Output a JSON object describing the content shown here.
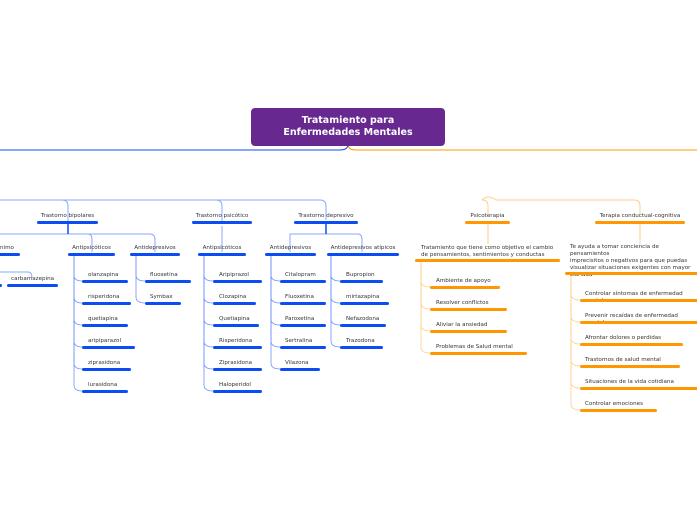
{
  "root": {
    "title": "Tratamiento para\nEnfermedades Mentales"
  },
  "colors": {
    "root": "#67298f",
    "left_branch": "#0b4cf5",
    "right_branch": "#ff9800"
  },
  "left": {
    "bipolar": {
      "label": "Trastorno bipolares",
      "estabilizadores": {
        "label": "nimo",
        "items": [
          "carbamazepina"
        ]
      },
      "antipsicoticos": {
        "label": "Antipsicóticos",
        "items": [
          "olanzapina",
          "risperidona",
          "quetiapina",
          "aripiparazol",
          "ziprasidona",
          "lurasidona"
        ]
      },
      "antidepresivos": {
        "label": "Antidepresivos",
        "items": [
          "fluoxetina",
          "Symbax"
        ]
      }
    },
    "psicotico": {
      "label": "Trastorno psicótico",
      "antipsicoticos": {
        "label": "Antipsicóticos",
        "items": [
          "Aripiprazol",
          "Clozapina",
          "Quetiapina",
          "Risperidona",
          "Ziprasidona",
          "Haloperidol"
        ]
      }
    },
    "depresivo": {
      "label": "Trastorno depresivo",
      "antidepresivos": {
        "label": "Antidepresivos",
        "items": [
          "Citalopram",
          "Fluoxetina",
          "Paroxetina",
          "Sertralina",
          "Vilazona"
        ]
      },
      "atipicos": {
        "label": "Antidepresivos atípicos",
        "items": [
          "Bupropion",
          "mirtazapina",
          "Nefazodona",
          "Trazodona"
        ]
      }
    }
  },
  "right": {
    "psicoterapia": {
      "label": "Psicoterapia",
      "description": "Tratamiento que tiene como objetivo el cambio\nde pensamientos, sentimientos y conductas",
      "items": [
        "Ambiente de apoyo",
        "Resolver conflictos",
        "Aliviar la ansiedad",
        "Problemas de Salud mental"
      ]
    },
    "tcc": {
      "label": "Terapia conductual-cognitiva",
      "description": "Te ayuda a tomar conciencia de pensamientos\nimprecisitos o negativos para que puedas\nvisualizar situaciones exigentes con mayor\nclaridad",
      "items": [
        "Controlar síntomas de enfermedad mortal",
        "Prevenir recaídas de enfermedad mental",
        "Afrontar dolores o perdidas",
        "Trastornos de salud mental",
        "Situaciones de la vida cotidiana",
        "Controlar emociones"
      ]
    }
  }
}
